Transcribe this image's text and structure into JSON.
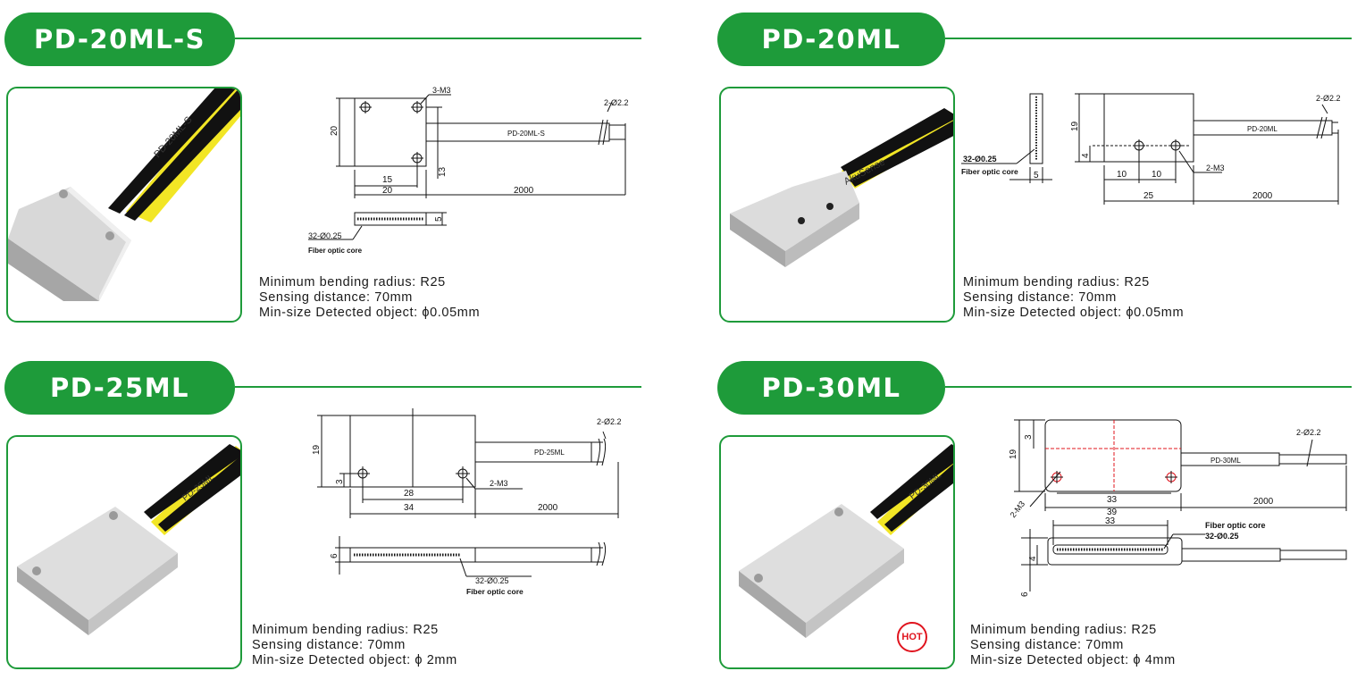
{
  "products": [
    {
      "title": "PD-20ML-S",
      "specs": {
        "bending": "Minimum bending radius: R25",
        "distance": "Sensing distance: 70mm",
        "object": "Min-size Detected object: ϕ0.05mm"
      },
      "dims": {
        "screw": "3-M3",
        "height": "20",
        "hole_spacing": "15",
        "width": "20",
        "hole_offset": "13",
        "cable_label": "PD-20ML-S",
        "fiber_dia": "2-Ø2.2",
        "length": "2000",
        "thickness": "5",
        "core_count": "32-Ø0.25",
        "core_label": "Fiber optic core"
      },
      "photo_text": "PD-20ML-S"
    },
    {
      "title": "PD-20ML",
      "specs": {
        "bending": "Minimum bending radius: R25",
        "distance": "Sensing distance: 70mm",
        "object": "Min-size Detected object: ϕ0.05mm"
      },
      "dims": {
        "core_count": "32-Ø0.25",
        "core_label": "Fiber optic core",
        "thickness": "5",
        "height": "19",
        "hole_height": "4",
        "hole_spacing_a": "10",
        "hole_spacing_b": "10",
        "width": "25",
        "screw": "2-M3",
        "cable_label": "PD-20ML",
        "fiber_dia": "2-Ø2.2",
        "length": "2000"
      },
      "photo_text": "AkuSense"
    },
    {
      "title": "PD-25ML",
      "specs": {
        "bending": "Minimum bending radius: R25",
        "distance": "Sensing distance: 70mm",
        "object": "Min-size Detected object: ϕ 2mm"
      },
      "dims": {
        "height": "19",
        "hole_height": "3",
        "hole_spacing": "28",
        "width": "34",
        "screw": "2-M3",
        "cable_label": "PD-25ML",
        "fiber_dia": "2-Ø2.2",
        "length": "2000",
        "thickness": "6",
        "core_count": "32-Ø0.25",
        "core_label": "Fiber optic core"
      },
      "photo_text": "PD-25ML"
    },
    {
      "title": "PD-30ML",
      "badge": "HOT",
      "specs": {
        "bending": "Minimum bending radius: R25",
        "distance": "Sensing distance: 70mm",
        "object": "Min-size Detected object: ϕ 4mm"
      },
      "dims": {
        "height": "19",
        "hole_height": "3",
        "hole_spacing": "33",
        "width": "39",
        "screw": "2-M3",
        "cable_label": "PD-30ML",
        "fiber_dia": "2-Ø2.2",
        "length": "2000",
        "core_length": "33",
        "thickness": "6",
        "inner": "4",
        "core_label": "Fiber optic core",
        "core_count": "32-Ø0.25"
      },
      "photo_text": "PD-30ML"
    }
  ],
  "colors": {
    "brand_green": "#1e9b3a",
    "hot_red": "#e0141e",
    "cable_yellow": "#f2e625"
  }
}
